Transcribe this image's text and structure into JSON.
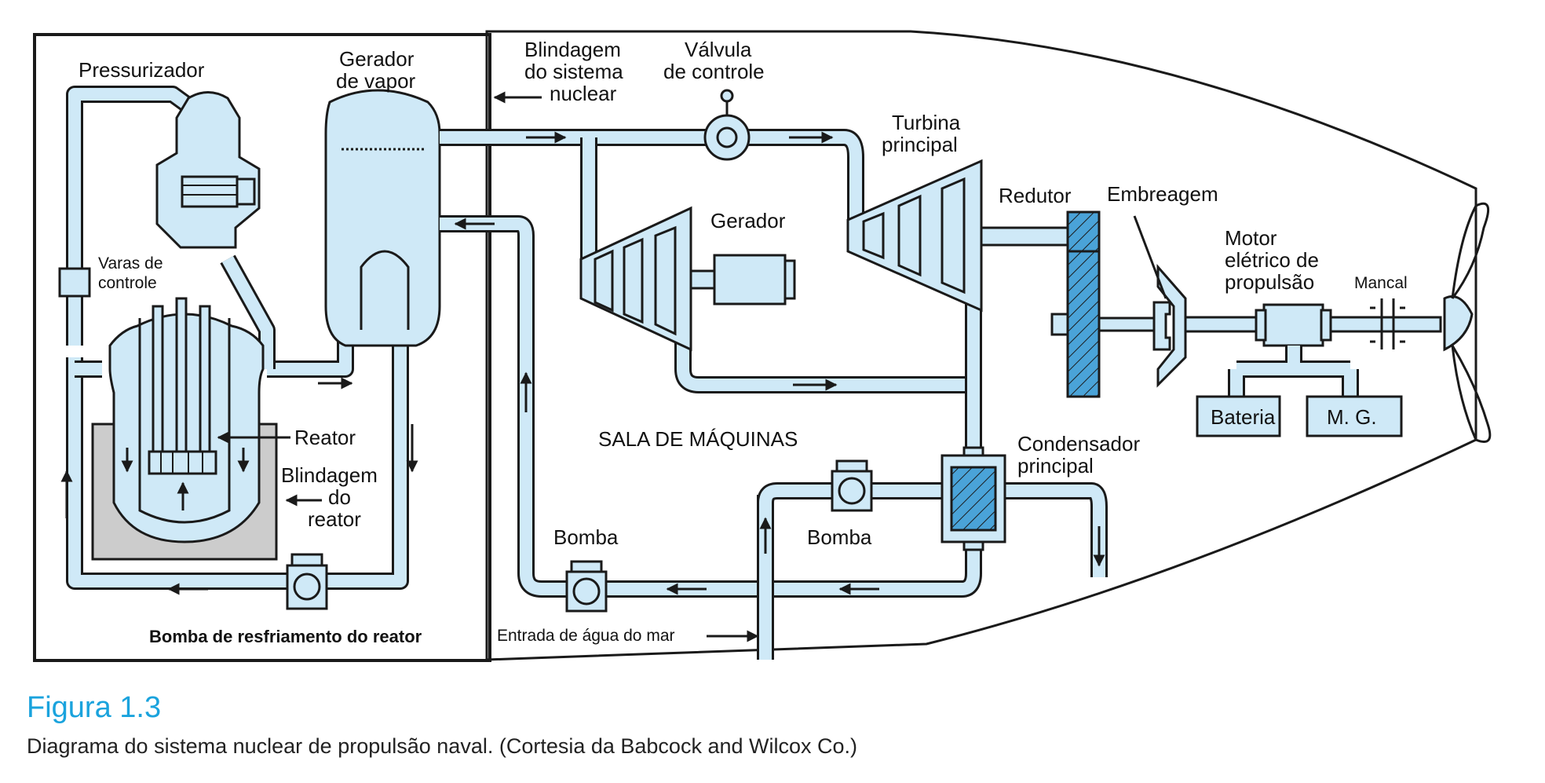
{
  "colors": {
    "pipe_fill": "#cfe9f7",
    "stroke": "#1a1a1a",
    "shield_fill": "#cccccc",
    "hatch": "#4aa3d8",
    "caption_title": "#1aa3dd"
  },
  "labels": {
    "pressurizador": "Pressurizador",
    "gerador_vapor_1": "Gerador",
    "gerador_vapor_2": "de vapor",
    "blindagem_sistema_1": "Blindagem",
    "blindagem_sistema_2": "do sistema",
    "blindagem_sistema_3": "nuclear",
    "valvula_1": "Válvula",
    "valvula_2": "de controle",
    "turbina_1": "Turbina",
    "turbina_2": "principal",
    "gerador": "Gerador",
    "redutor": "Redutor",
    "embreagem": "Embreagem",
    "motor_1": "Motor",
    "motor_2": "elétrico de",
    "motor_3": "propulsão",
    "mancal": "Mancal",
    "varas_1": "Varas de",
    "varas_2": "controle",
    "reator": "Reator",
    "blindagem_reator_1": "Blindagem",
    "blindagem_reator_2": "do",
    "blindagem_reator_3": "reator",
    "sala": "SALA DE MÁQUINAS",
    "condensador_1": "Condensador",
    "condensador_2": "principal",
    "bomba_1": "Bomba",
    "bomba_2": "Bomba",
    "bateria": "Bateria",
    "mg": "M. G.",
    "bomba_resfriamento": "Bomba de resfriamento do reator",
    "entrada_agua": "Entrada de água do mar"
  },
  "figure": {
    "title": "Figura 1.3",
    "caption": "Diagrama do sistema nuclear de propulsão naval. (Cortesia da Babcock and Wilcox Co.)"
  }
}
